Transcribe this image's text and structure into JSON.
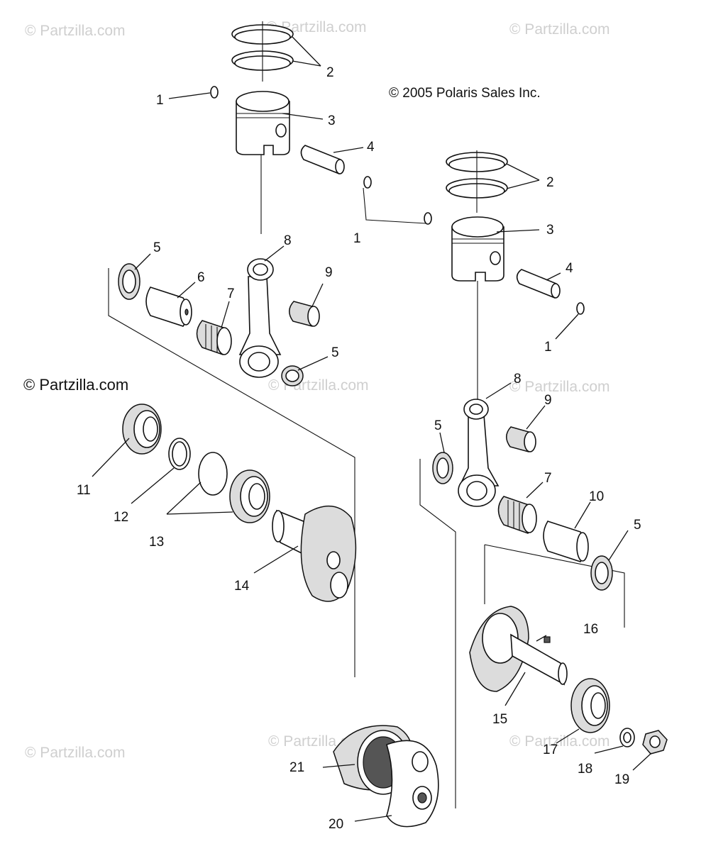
{
  "copyright": "© 2005 Polaris Sales Inc.",
  "watermarks": {
    "prominent": "© Partzilla.com",
    "faint": "© Partzilla.com"
  },
  "callouts": {
    "c1a": "1",
    "c2a": "2",
    "c3a": "3",
    "c4a": "4",
    "c1b": "1",
    "c2b": "2",
    "c3b": "3",
    "c4b": "4",
    "c1c": "1",
    "c5a": "5",
    "c6": "6",
    "c7a": "7",
    "c8a": "8",
    "c9a": "9",
    "c5b": "5",
    "c5c": "5",
    "c8b": "8",
    "c9b": "9",
    "c7b": "7",
    "c10": "10",
    "c5d": "5",
    "c11": "11",
    "c12": "12",
    "c13": "13",
    "c14": "14",
    "c16": "16",
    "c15": "15",
    "c17": "17",
    "c18": "18",
    "c19": "19",
    "c21": "21",
    "c20": "20"
  },
  "colors": {
    "line": "#111111",
    "watermark": "#cfcfcf",
    "background": "#ffffff"
  }
}
